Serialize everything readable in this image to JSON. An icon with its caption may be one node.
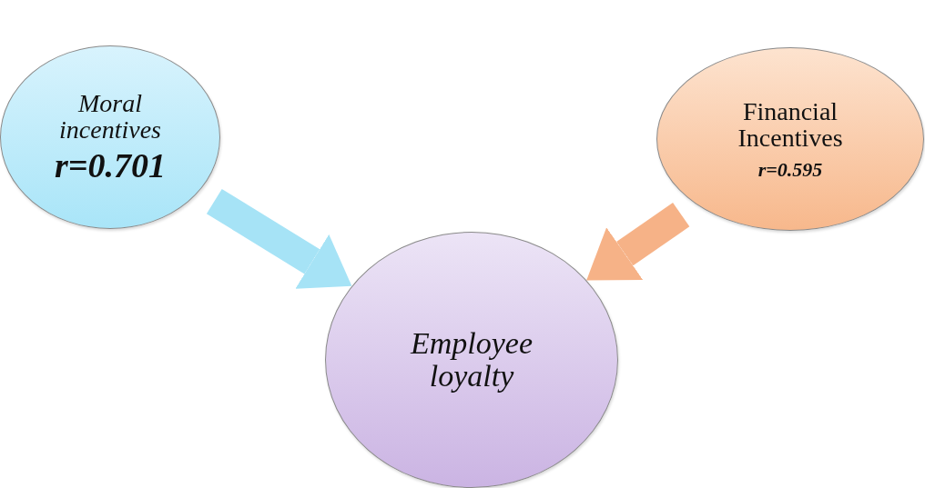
{
  "diagram": {
    "nodes": [
      {
        "text": [
          "Moral incentives",
          "r=0.701"
        ]
      },
      {
        "text": [
          "Financial Incentives",
          "r=0.595"
        ]
      },
      {
        "text": [
          "Employee loyalty"
        ]
      }
    ],
    "edges": [
      {
        "from": 0,
        "to": 2,
        "arrow": "to",
        "color": "#a6e3f6"
      },
      {
        "from": 1,
        "to": 2,
        "arrow": "to",
        "color": "#f6b287"
      }
    ]
  }
}
